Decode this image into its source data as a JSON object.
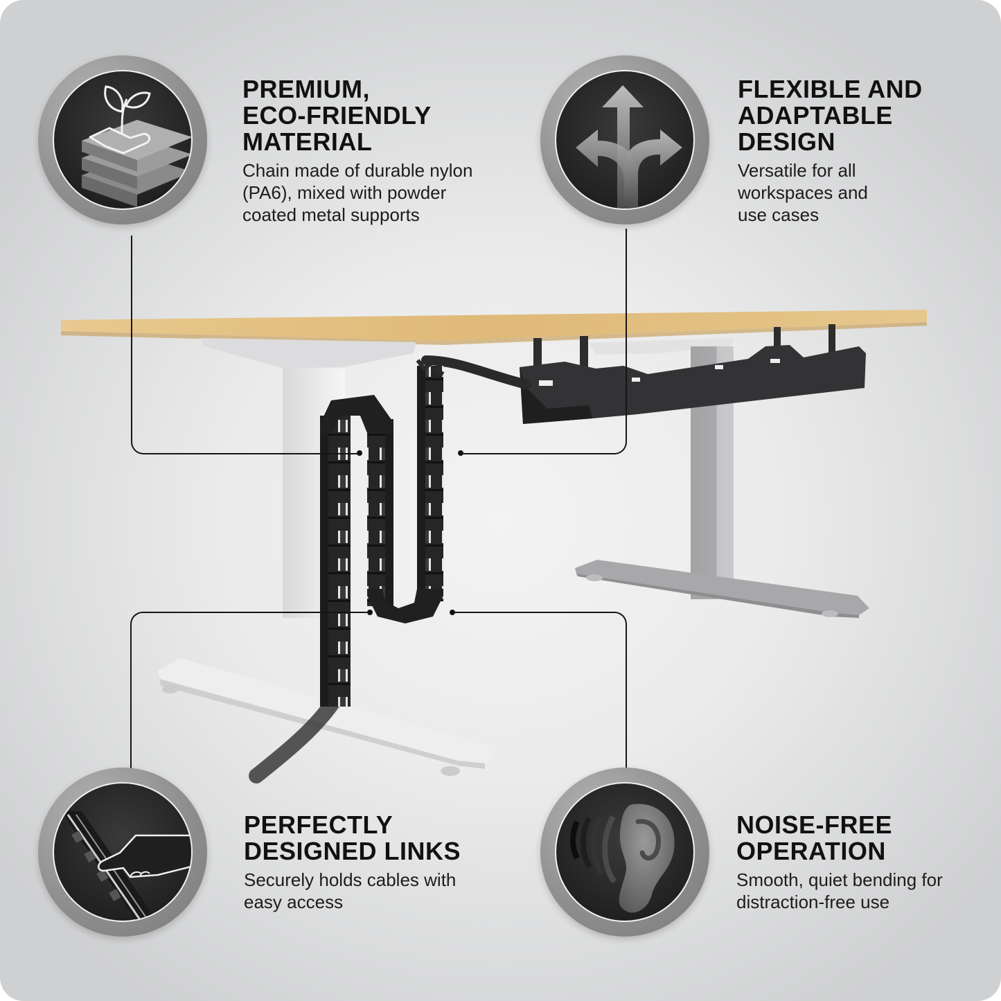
{
  "infographic": {
    "background_color": "#e6e7e8",
    "accent_dark": "#1e1e1e",
    "badge_ring_color": "#9a9a9a",
    "desk_top_color": "#e3c186",
    "desk_frame_color": "#c9c9cb",
    "chain_color": "#232323"
  },
  "features": [
    {
      "id": "premium-material",
      "icon": "plant-hand-layers-icon",
      "title_lines": [
        "PREMIUM,",
        "ECO-FRIENDLY",
        "MATERIAL"
      ],
      "desc_lines": [
        "Chain made of durable nylon",
        "(PA6), mixed with powder",
        "coated metal supports"
      ]
    },
    {
      "id": "flexible-design",
      "icon": "split-arrows-icon",
      "title_lines": [
        "FLEXIBLE AND",
        "ADAPTABLE",
        "DESIGN"
      ],
      "desc_lines": [
        "Versatile for all",
        "workspaces and",
        "use cases"
      ]
    },
    {
      "id": "designed-links",
      "icon": "hand-on-chain-icon",
      "title_lines": [
        "PERFECTLY",
        "DESIGNED LINKS"
      ],
      "desc_lines": [
        "Securely holds cables with",
        "easy access"
      ]
    },
    {
      "id": "noise-free",
      "icon": "ear-sound-waves-icon",
      "title_lines": [
        "NOISE-FREE",
        "OPERATION"
      ],
      "desc_lines": [
        "Smooth, quiet bending for",
        "distraction-free use"
      ]
    }
  ],
  "product": {
    "name": "cable management chain with under-desk cable tray",
    "scene": "standing desk with vertical cable chain"
  }
}
